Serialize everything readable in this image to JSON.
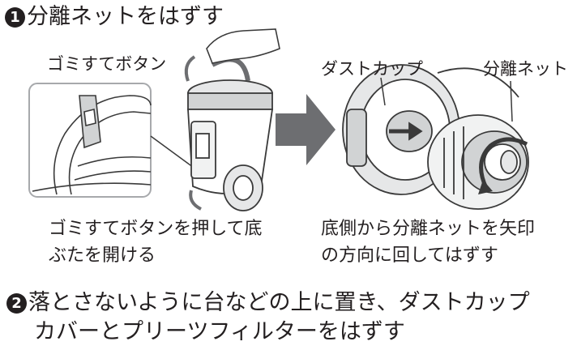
{
  "step1": {
    "number": "1",
    "title": "分離ネットをはずす"
  },
  "left_panel": {
    "callout_label": "ゴミすてボタン",
    "caption_line1": "ゴミすてボタンを押して底",
    "caption_line2": "ぶたを開ける"
  },
  "right_panel": {
    "callout_dust_cup": "ダストカップ",
    "callout_separation_net": "分離ネット",
    "caption_line1": "底側から分離ネットを矢印",
    "caption_line2": "の方向に回してはずす"
  },
  "step2": {
    "number": "2",
    "text_line1": "落とさないように台などの上に置き、ダストカップ",
    "text_line2": "カバーとプリーツフィルターをはずす"
  },
  "colors": {
    "text": "#231f20",
    "arrow_gray": "#6d6e71",
    "callout_frame": "#a7a9ac",
    "line_art": "#3a3a3a"
  }
}
